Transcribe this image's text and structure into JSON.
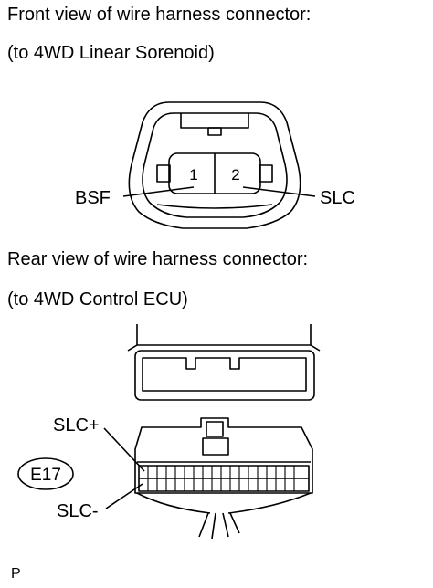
{
  "front_view": {
    "title": "Front view of wire harness connector:",
    "subtitle": "(to 4WD Linear Sorenoid)",
    "pins": [
      {
        "number": "1",
        "label": "BSF"
      },
      {
        "number": "2",
        "label": "SLC"
      }
    ]
  },
  "rear_view": {
    "title": "Rear view of wire harness connector:",
    "subtitle": "(to 4WD Control ECU)",
    "connector_id": "E17",
    "pins": [
      {
        "label": "SLC+"
      },
      {
        "label": "SLC-"
      }
    ]
  },
  "footer": {
    "code": "P"
  }
}
